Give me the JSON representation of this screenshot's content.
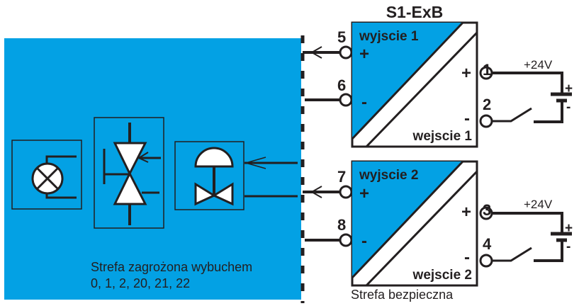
{
  "colors": {
    "hazard_zone": "#03a1e4",
    "line": "#231f20",
    "white": "#ffffff"
  },
  "module": {
    "title": "S1-ExB"
  },
  "channels": [
    {
      "output_label": "wyjscie 1",
      "input_label": "wejscie 1",
      "out_plus_terminal": "5",
      "out_minus_terminal": "6",
      "in_plus_terminal": "1",
      "in_minus_terminal": "2",
      "out_plus_sign": "+",
      "out_minus_sign": "-",
      "in_plus_sign": "+",
      "in_minus_sign": "-",
      "supply_voltage": "+24V",
      "battery_plus": "+",
      "battery_minus": "-"
    },
    {
      "output_label": "wyjscie 2",
      "input_label": "wejscie 2",
      "out_plus_terminal": "7",
      "out_minus_terminal": "8",
      "in_plus_terminal": "3",
      "in_minus_terminal": "4",
      "out_plus_sign": "+",
      "out_minus_sign": "-",
      "in_plus_sign": "+",
      "in_minus_sign": "-",
      "supply_voltage": "+24V",
      "battery_plus": "+",
      "battery_minus": "-"
    }
  ],
  "hazard_zone": {
    "title": "Strefa zagrożona wybuchem",
    "zones": "0, 1, 2, 20, 21, 22"
  },
  "safe_zone": {
    "title": "Strefa bezpieczna"
  },
  "field_devices": [
    {
      "icon": "lamp-icon"
    },
    {
      "icon": "control-valve-icon"
    },
    {
      "icon": "pneumatic-actuator-valve-icon"
    }
  ]
}
